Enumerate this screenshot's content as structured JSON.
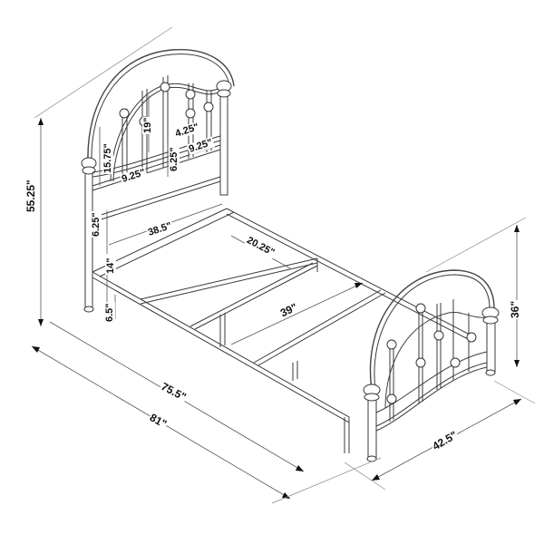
{
  "diagram": {
    "subject": "Metal bed frame with arched headboard and footboard",
    "dimensions": {
      "overall_height": "55.25\"",
      "headboard_arch_inner_height": "19\"",
      "headboard_spindle_spacing": "4.25\"",
      "headboard_upper_panel_width": "9.25\"",
      "headboard_lower_panel_width": "9.25\"",
      "headboard_middle_rail_height": "6.25\"",
      "headboard_panel_height": "15.75\"",
      "headboard_bottom_gap": "6.25\"",
      "rail_height": "14\"",
      "floor_clearance": "6.5\"",
      "side_rail_length": "38.5\"",
      "slat_spacing": "20.25\"",
      "inner_width": "39\"",
      "inner_length": "75.5\"",
      "overall_length": "81\"",
      "overall_width": "42.5\"",
      "footboard_height": "36\""
    }
  }
}
